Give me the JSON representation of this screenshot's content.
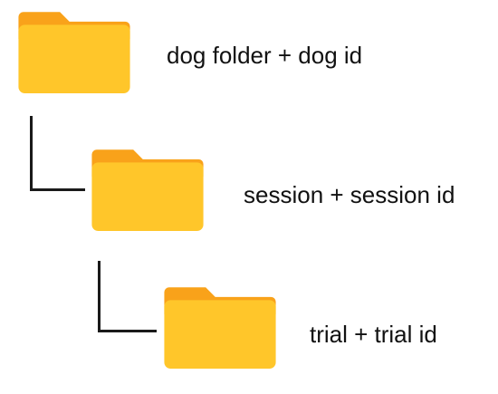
{
  "tree": {
    "nodes": [
      {
        "icon": "folder-icon",
        "label": "dog folder + dog id"
      },
      {
        "icon": "folder-icon",
        "label": "session + session id"
      },
      {
        "icon": "folder-icon",
        "label": "trial + trial id"
      }
    ]
  },
  "colors": {
    "folder_body": "#FFC62A",
    "folder_tab": "#F9A21A",
    "connector": "#1a1a1a"
  }
}
